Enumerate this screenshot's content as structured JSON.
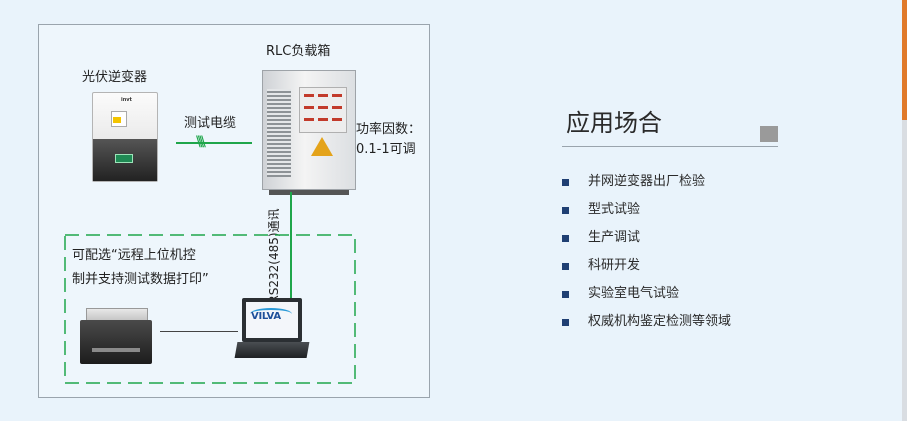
{
  "diagram": {
    "inverter_label": "光伏逆变器",
    "rlc_label": "RLC负载箱",
    "cable_label": "测试电缆",
    "power_factor_line1": "功率因数：",
    "power_factor_line2": "0.1-1可调",
    "comm_label": "RS232(485)通讯",
    "optional_line1": "可配选“远程上位机控",
    "optional_line2": "制并支持测试数据打印”",
    "inverter_brand": "invt",
    "laptop_logo": "VILVA",
    "cable_symbol": "\\\\\\\\",
    "colors": {
      "line": "#1fa64b",
      "box_border": "#9aa4ad"
    }
  },
  "section": {
    "title": "应用场合",
    "items": [
      "并网逆变器出厂检验",
      "型式试验",
      "生产调试",
      "科研开发",
      "实验室电气试验",
      "权威机构鉴定检测等领域"
    ],
    "colors": {
      "bullet": "#1f3f73",
      "accent_square": "#9a9a9a"
    }
  }
}
